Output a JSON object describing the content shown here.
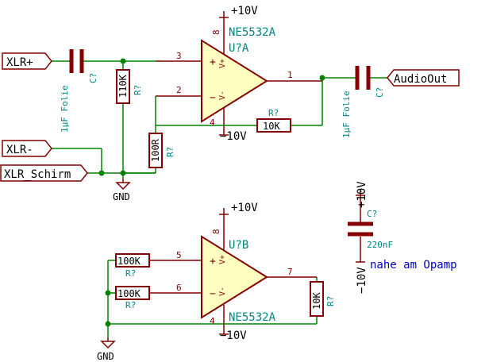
{
  "colors": {
    "wire": "#008400",
    "component": "#840000",
    "opamp_fill": "#ffffc2",
    "label_teal": "#008484",
    "text_dark": "#000000",
    "power_symbol": "#840000",
    "annotation_blue": "#0000c2"
  },
  "ports": {
    "xlr_plus": "XLR+",
    "xlr_minus": "XLR-",
    "xlr_shield": "XLR_Schirm",
    "audio_out": "AudioOut"
  },
  "opamp_a": {
    "part": "NE5532A",
    "ref": "U?A",
    "pin_noninv": "3",
    "pin_inv": "2",
    "pin_out": "1",
    "pin_vpos": "8",
    "pin_vneg": "4",
    "sym_plus": "+",
    "sym_minus": "−",
    "vpos_label": "V+",
    "vneg_label": "V-",
    "rail_pos": "+10V",
    "rail_neg": "−10V"
  },
  "opamp_b": {
    "part": "NE5532A",
    "ref": "U?B",
    "pin_noninv": "5",
    "pin_inv": "6",
    "pin_out": "7",
    "pin_vpos": "8",
    "pin_vneg": "4",
    "sym_plus": "+",
    "sym_minus": "−",
    "vpos_label": "V+",
    "vneg_label": "V-",
    "rail_pos": "+10V",
    "rail_neg": "−10V"
  },
  "components": {
    "c_in": {
      "ref": "C?",
      "value": "1µF Folie"
    },
    "c_out": {
      "ref": "C?",
      "value": "1µF Folie"
    },
    "c_dec": {
      "ref": "C?",
      "value": "220nF"
    },
    "r_bias": {
      "ref": "R?",
      "value": "110K"
    },
    "r_shield": {
      "ref": "R?",
      "value": "100R"
    },
    "r_feedback": {
      "ref": "R?",
      "value": "10K"
    },
    "r_b5": {
      "ref": "R?",
      "value": "100K"
    },
    "r_b6": {
      "ref": "R?",
      "value": "100K"
    },
    "r_bout": {
      "ref": "R?",
      "value": "10K"
    }
  },
  "ground": {
    "label": "GND"
  },
  "decoupling": {
    "rail_pos": "+10V",
    "rail_neg": "−10V"
  },
  "annotation": "nahe am Opamp"
}
